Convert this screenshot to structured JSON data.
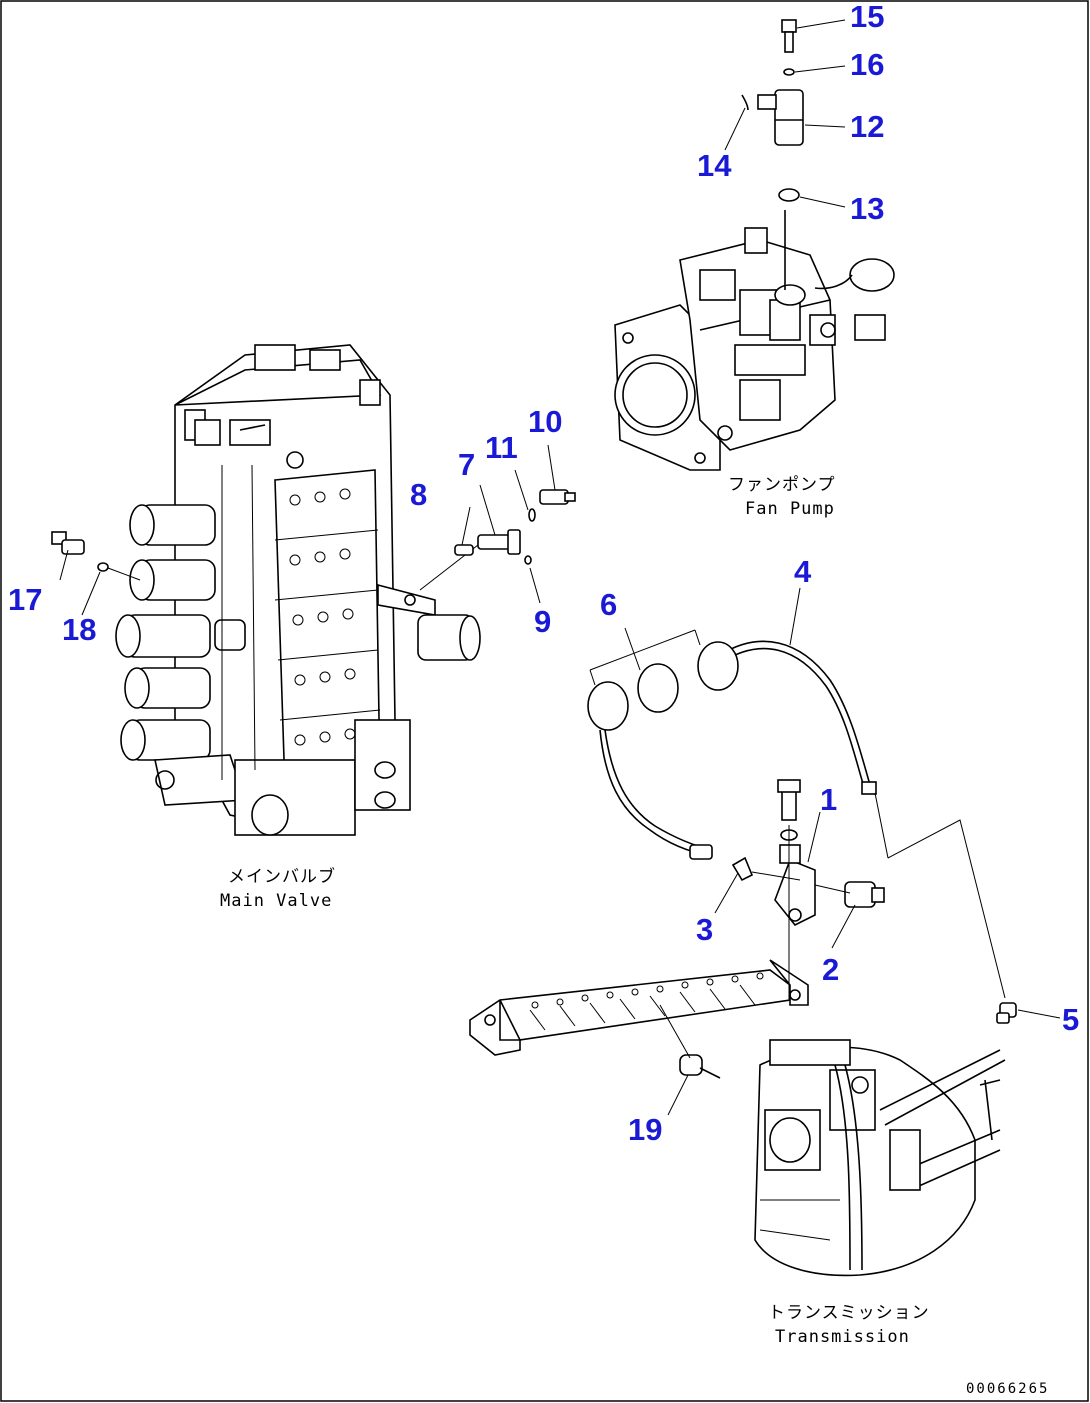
{
  "callouts": [
    "1",
    "2",
    "3",
    "4",
    "5",
    "6",
    "7",
    "8",
    "9",
    "10",
    "11",
    "12",
    "13",
    "14",
    "15",
    "16",
    "17",
    "18",
    "19"
  ],
  "captions": {
    "main_valve_jp": "メインバルブ",
    "main_valve_en": "Main Valve",
    "fan_pump_jp": "ファンポンプ",
    "fan_pump_en": "Fan Pump",
    "transmission_jp": "トランスミッション",
    "transmission_en": "Transmission"
  },
  "doc_id": "00066265",
  "colors": {
    "callout": "#1a1ad6",
    "line": "#000000",
    "background": "#ffffff"
  }
}
